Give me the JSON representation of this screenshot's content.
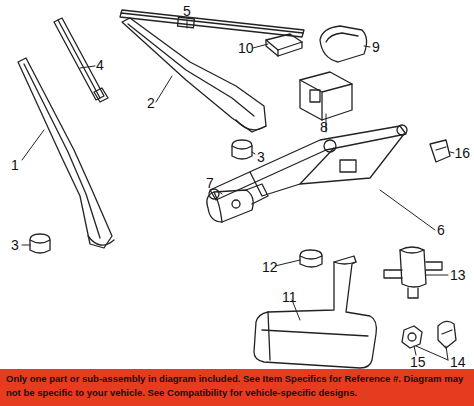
{
  "diagram": {
    "labels": [
      "5",
      "10",
      "9",
      "4",
      "1",
      "2",
      "3",
      "8",
      "3",
      "7",
      "6",
      "16",
      "12",
      "11",
      "13",
      "15",
      "14",
      "Only one part or sub-assembly in diagram included. See Item Specifics for Reference #. Diagram may not be specific to your vehicle. See Compatibility for vehicle-specific designs."
    ]
  }
}
